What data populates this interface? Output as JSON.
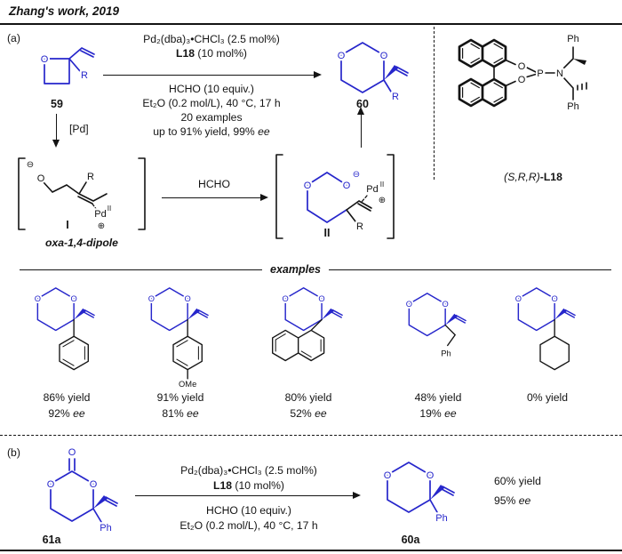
{
  "colors": {
    "structure_blue": "#2626cb",
    "ink": "#141414",
    "background": "#ffffff"
  },
  "title": "Zhang's work, 2019",
  "atoms": {
    "O": "O",
    "R": "R",
    "Ph": "Ph",
    "OMe": "OMe",
    "P": "P",
    "N": "N",
    "Pd": "Pd",
    "pd_oxidation": "II",
    "plus": "⊕",
    "minus": "⊖"
  },
  "panel_a": {
    "tag": "(a)",
    "reactant_label": "59",
    "product_label": "60",
    "conditions": {
      "line1": "Pd₂(dba)₃•CHCl₃ (2.5 mol%)",
      "line2_bold": "L18",
      "line2_rest": " (10 mol%)",
      "line3": "HCHO (10 equiv.)",
      "line4": "Et₂O (0.2 mol/L), 40 °C, 17 h",
      "line5": "20 examples",
      "line6": "up to 91% yield, 99% ",
      "line6_italic": "ee"
    },
    "pd_arrow_label": "[Pd]",
    "intermediate1_label": "I",
    "intermediate1_name": "oxa-1,4-dipole",
    "hcho_arrow_label": "HCHO",
    "intermediate2_label": "II"
  },
  "ligand": {
    "stereo": "(S,R,R)",
    "name": "-L18"
  },
  "examples": {
    "header": "examples",
    "items": [
      {
        "yield": "86% yield",
        "ee_value": "92% ",
        "ee_label": "ee"
      },
      {
        "yield": "91% yield",
        "ee_value": "81% ",
        "ee_label": "ee"
      },
      {
        "yield": "80% yield",
        "ee_value": "52% ",
        "ee_label": "ee"
      },
      {
        "yield": "48% yield",
        "ee_value": "19% ",
        "ee_label": "ee"
      },
      {
        "yield": "0% yield"
      }
    ]
  },
  "panel_b": {
    "tag": "(b)",
    "reactant_label": "61a",
    "product_label": "60a",
    "conditions": {
      "line1": "Pd₂(dba)₃•CHCl₃ (2.5 mol%)",
      "line2_bold": "L18",
      "line2_rest": " (10 mol%)",
      "line3": "HCHO (10 equiv.)",
      "line4": "Et₂O (0.2 mol/L), 40 °C, 17 h"
    },
    "result_yield": "60% yield",
    "result_ee_value": "95% ",
    "result_ee_label": "ee"
  }
}
